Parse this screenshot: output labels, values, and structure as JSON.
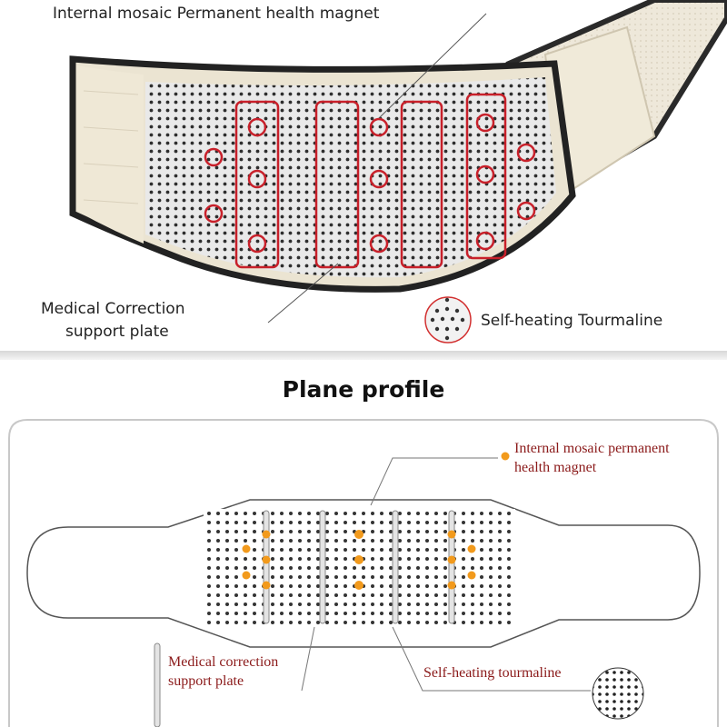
{
  "photo_section": {
    "label_magnet": "Internal mosaic Permanent health magnet",
    "label_plate_line1": "Medical Correction",
    "label_plate_line2": "support plate",
    "label_tourmaline": "Self-heating Tourmaline"
  },
  "profile_section": {
    "title": "Plane profile",
    "label_magnet_line1": "Internal mosaic permanent",
    "label_magnet_line2": "health magnet",
    "label_plate_line1": "Medical correction",
    "label_plate_line2": "support plate",
    "label_tourmaline": "Self-heating tourmaline"
  },
  "colors": {
    "magnet_outline": "#c8202a",
    "magnet_dot_orange": "#f29a1c",
    "label_red": "#8b1a1a",
    "belt_cream": "#ece6d8",
    "belt_border": "#2a2a2a"
  }
}
